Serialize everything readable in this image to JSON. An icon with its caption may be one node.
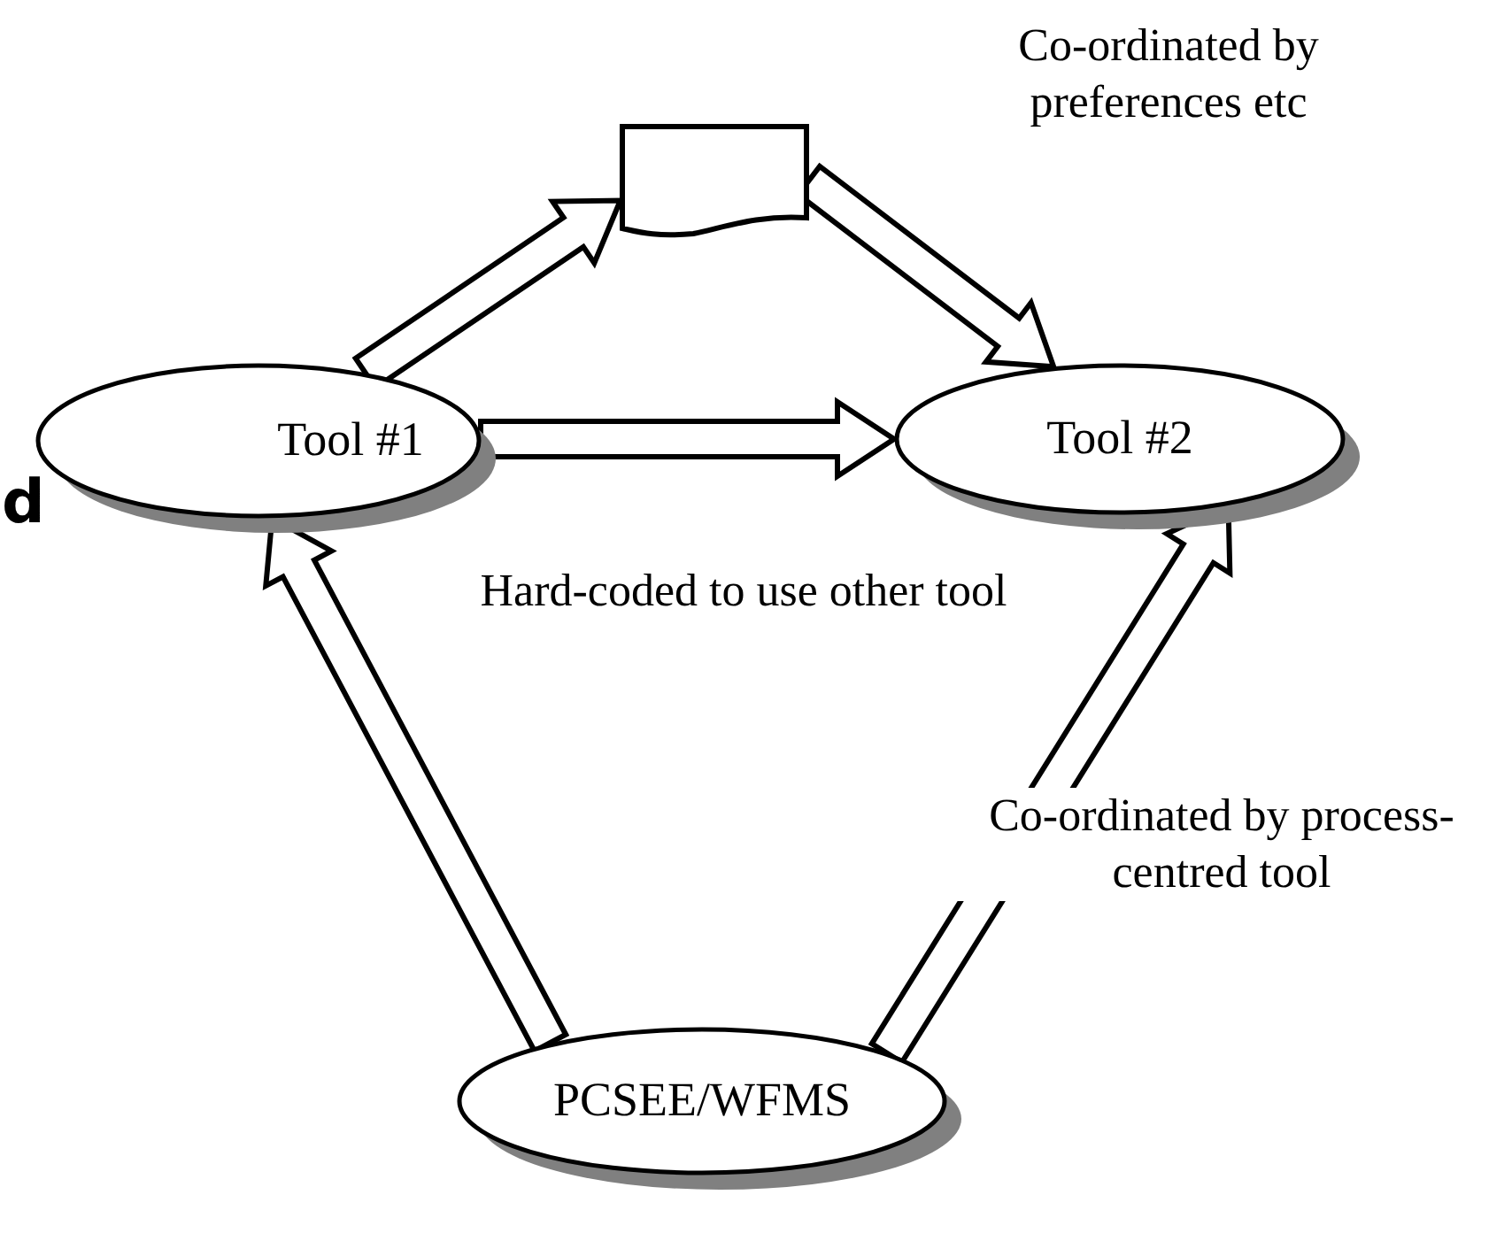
{
  "diagram": {
    "nodes": [
      {
        "text": [
          "Tool #1"
        ]
      },
      {
        "text": [],
        "shape": "document"
      },
      {
        "text": [
          "Tool #2"
        ]
      },
      {
        "text": [
          "PCSEE/WFMS"
        ]
      }
    ],
    "edges": [
      {
        "from": 0,
        "to": 1,
        "arrow": "to"
      },
      {
        "from": 1,
        "to": 2,
        "arrow": "to",
        "label": "Co-ordinated by preferences etc"
      },
      {
        "from": 0,
        "to": 2,
        "arrow": "to",
        "label": "Hard-coded to use other tool"
      },
      {
        "from": 3,
        "to": 0,
        "arrow": "to"
      },
      {
        "from": 3,
        "to": 2,
        "arrow": "to",
        "label": "Co-ordinated by process-centred tool"
      }
    ],
    "labels": [
      "d"
    ]
  }
}
